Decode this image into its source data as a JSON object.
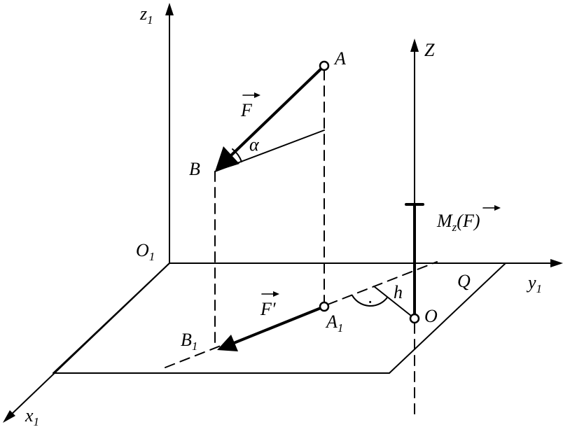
{
  "labels": {
    "z1": "z",
    "z1_sub": "1",
    "x1": "x",
    "x1_sub": "1",
    "y1": "y",
    "y1_sub": "1",
    "O1": "O",
    "O1_sub": "1",
    "A": "A",
    "B": "B",
    "A1": "A",
    "A1_sub": "1",
    "B1": "B",
    "B1_sub": "1",
    "O": "O",
    "Z": "Z",
    "Q": "Q",
    "h": "h",
    "F": "F",
    "F_proj": "F′",
    "alpha": "α",
    "moment_M": "M",
    "moment_sub": "z",
    "moment_arg": "(F)",
    "right_angle_dot": "·"
  }
}
